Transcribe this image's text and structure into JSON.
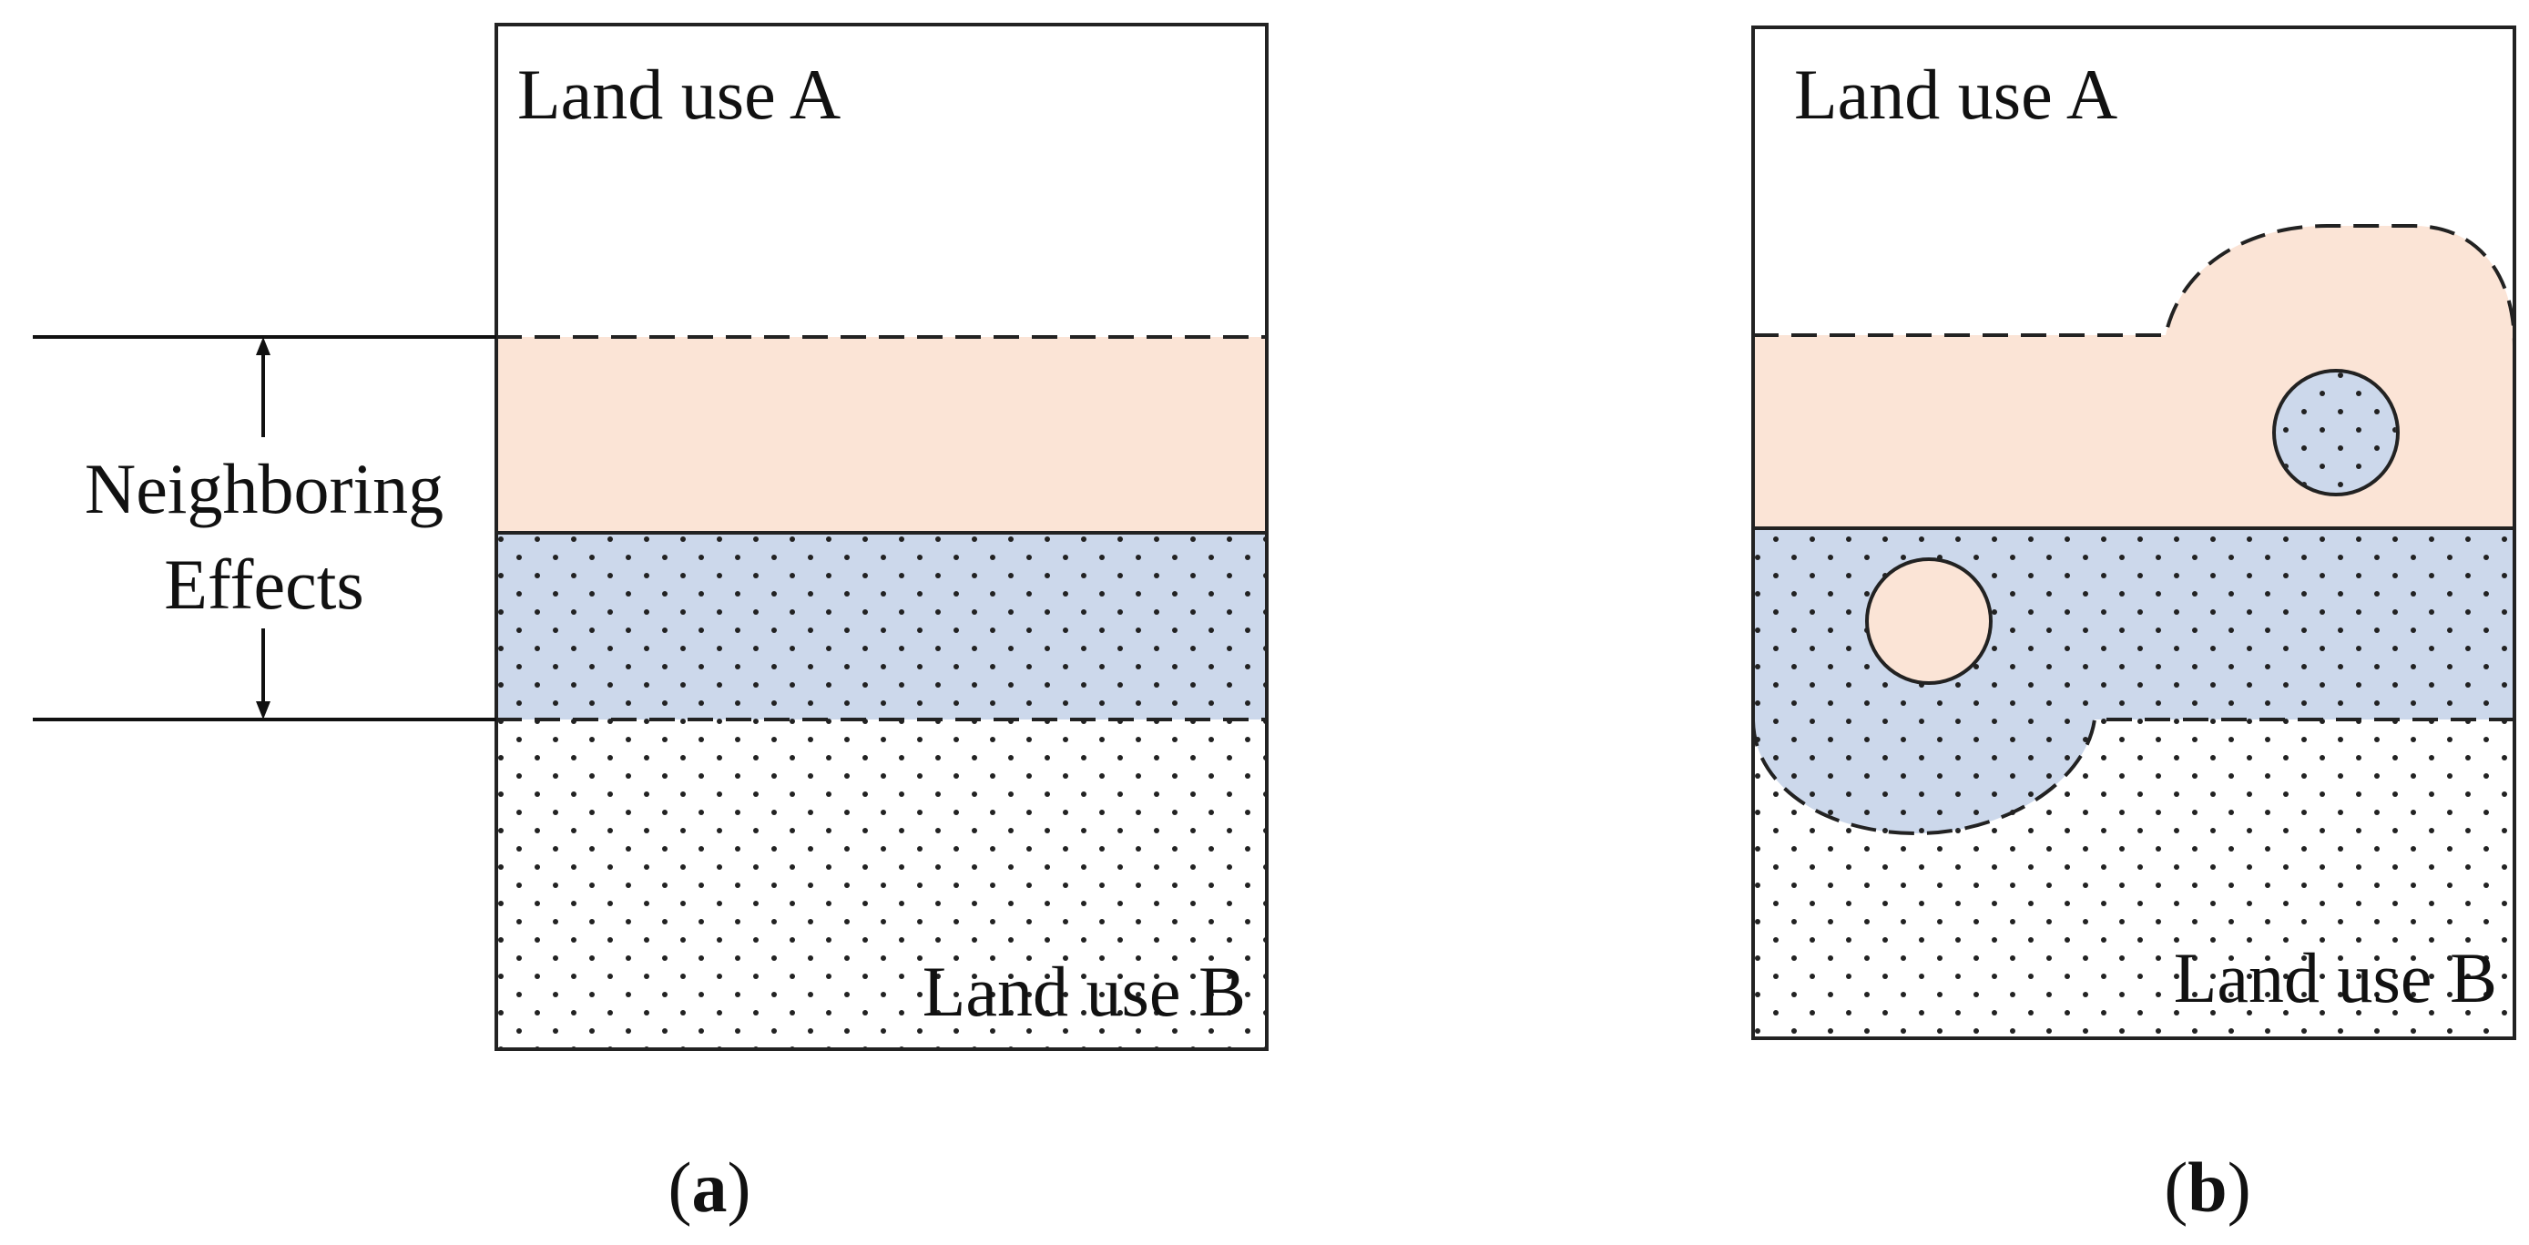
{
  "panel_a": {
    "top_label": "Land use A",
    "bottom_label": "Land use B",
    "annotation_line1": "Neighboring",
    "annotation_line2": "Effects",
    "caption_open": "(",
    "caption_letter": "a",
    "caption_close": ")"
  },
  "panel_b": {
    "top_label": "Land use A",
    "bottom_label": "Land use B",
    "caption_open": "(",
    "caption_letter": "b",
    "caption_close": ")"
  },
  "colors": {
    "land_use_a_effect": "#FBE4D6",
    "land_use_b_effect": "#CCD8EB",
    "outline": "#222222",
    "dot": "#222222",
    "background": "#FFFFFF"
  }
}
